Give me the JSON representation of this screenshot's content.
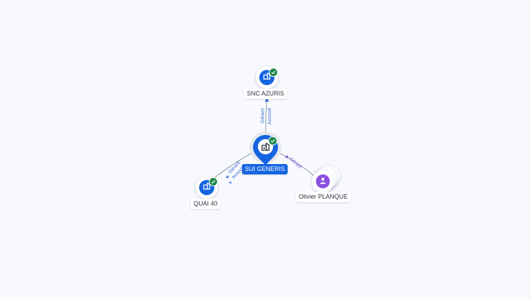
{
  "colors": {
    "company": "#1565e0",
    "person": "#8b4fe3",
    "verified": "#1f8a4c",
    "edge": "#7a8696",
    "edge_label_company": "#3f6fd8",
    "edge_label_person": "#7a55d8"
  },
  "nodes": {
    "center": {
      "label": "SUI GENERIS",
      "icon": "building-icon",
      "verified": true
    },
    "top": {
      "label": "SNC AZURIS",
      "icon": "building-icon",
      "verified": true
    },
    "left": {
      "label": "QUAI 40",
      "icon": "building-icon",
      "verified": true
    },
    "right": {
      "label": "Olivier PLANQUE",
      "icon": "person-icon",
      "verified": false
    }
  },
  "edges": {
    "top": {
      "line1": "Gérant",
      "line2": "Associé"
    },
    "left": {
      "line1": "Gérant",
      "line2": "Associé"
    },
    "right": {
      "line1": "Gérant"
    }
  }
}
